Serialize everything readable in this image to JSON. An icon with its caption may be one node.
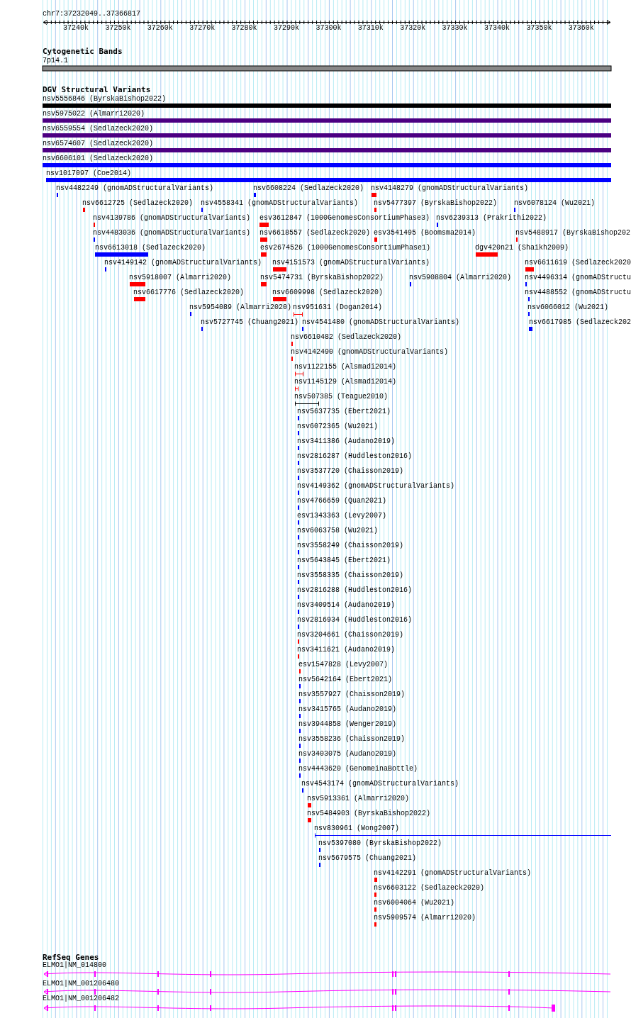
{
  "diagram": {
    "labels": [
      "chr7:37232049..37366817",
      "37240k",
      "37250k",
      "37260k",
      "37270k",
      "37280k",
      "37290k",
      "37300k",
      "37310k",
      "37320k",
      "37330k",
      "37340k",
      "37350k",
      "37360k",
      "Cytogenetic Bands",
      "7p14.1",
      "DGV Structural Variants",
      "nsv5556846 (ByrskaBishop2022)",
      "nsv5975022 (Almarri2020)",
      "nsv6559554 (Sedlazeck2020)",
      "nsv6574607 (Sedlazeck2020)",
      "nsv6606101 (Sedlazeck2020)",
      "nsv1017097 (Coe2014)",
      "nsv4482249 (gnomADStructuralVariants)",
      "nsv6608224 (Sedlazeck2020)",
      "nsv4148279 (gnomADStructuralVariants)",
      "nsv6612725 (Sedlazeck2020)",
      "nsv4558341 (gnomADStructuralVariants)",
      "nsv5477397 (ByrskaBishop2022)",
      "nsv6078124 (Wu2021)",
      "nsv4139786 (gnomADStructuralVariants)",
      "esv3612847 (1000GenomesConsortiumPhase3)",
      "nsv6239313 (Prakrithi2022)",
      "nsv4483036 (gnomADStructuralVariants)",
      "nsv6618557 (Sedlazeck2020)",
      "esv3541495 (Boomsma2014)",
      "nsv5488917 (ByrskaBishop202",
      "nsv6613018 (Sedlazeck2020)",
      "esv2674526 (1000GenomesConsortiumPhase1)",
      "dgv420n21 (Shaikh2009)",
      "nsv4149142 (gnomADStructuralVariants)",
      "nsv4151573 (gnomADStructuralVariants)",
      "nsv6611619 (Sedlazeck2020",
      "nsv5918007 (Almarri2020)",
      "nsv5474731 (ByrskaBishop2022)",
      "nsv5908804 (Almarri2020)",
      "nsv4496314 (gnomADStructu",
      "nsv6617776 (Sedlazeck2020)",
      "nsv6609998 (Sedlazeck2020)",
      "nsv4488552 (gnomADStructu",
      "nsv5954089 (Almarri2020)",
      "nsv951631 (Dogan2014)",
      "nsv6066012 (Wu2021)",
      "nsv5727745 (Chuang2021)",
      "nsv4541480 (gnomADStructuralVariants)",
      "nsv6617985 (Sedlazeck202",
      "nsv6610482 (Sedlazeck2020)",
      "nsv4142490 (gnomADStructuralVariants)",
      "nsv1122155 (Alsmadi2014)",
      "nsv1145129 (Alsmadi2014)",
      "nsv507385 (Teague2010)",
      "nsv5637735 (Ebert2021)",
      "nsv6072365 (Wu2021)",
      "nsv3411386 (Audano2019)",
      "nsv2816287 (Huddleston2016)",
      "nsv3537720 (Chaisson2019)",
      "nsv4149362 (gnomADStructuralVariants)",
      "nsv4766659 (Quan2021)",
      "esv1343363 (Levy2007)",
      "nsv6063758 (Wu2021)",
      "nsv3558249 (Chaisson2019)",
      "nsv5643845 (Ebert2021)",
      "nsv3558335 (Chaisson2019)",
      "nsv2816288 (Huddleston2016)",
      "nsv3409514 (Audano2019)",
      "nsv2816934 (Huddleston2016)",
      "nsv3204661 (Chaisson2019)",
      "nsv3411621 (Audano2019)",
      "esv1547828 (Levy2007)",
      "nsv5642164 (Ebert2021)",
      "nsv3557927 (Chaisson2019)",
      "nsv3415765 (Audano2019)",
      "nsv3944858 (Wenger2019)",
      "nsv3558236 (Chaisson2019)",
      "nsv3403075 (Audano2019)",
      "nsv4443620 (GenomeinaBottle)",
      "nsv4543174 (gnomADStructuralVariants)",
      "nsv5913361 (Almarri2020)",
      "nsv5484903 (ByrskaBishop2022)",
      "nsv830961 (Wong2007)",
      "nsv5397080 (ByrskaBishop2022)",
      "nsv5679575 (Chuang2021)",
      "nsv4142291 (gnomADStructuralVariants)",
      "nsv6603122 (Sedlazeck2020)",
      "nsv6004064 (Wu2021)",
      "nsv5909574 (Almarri2020)",
      "RefSeq Genes",
      "ELMO1|NM_014800",
      "ELMO1|NM_001206480",
      "ELMO1|NM_001206482"
    ]
  }
}
